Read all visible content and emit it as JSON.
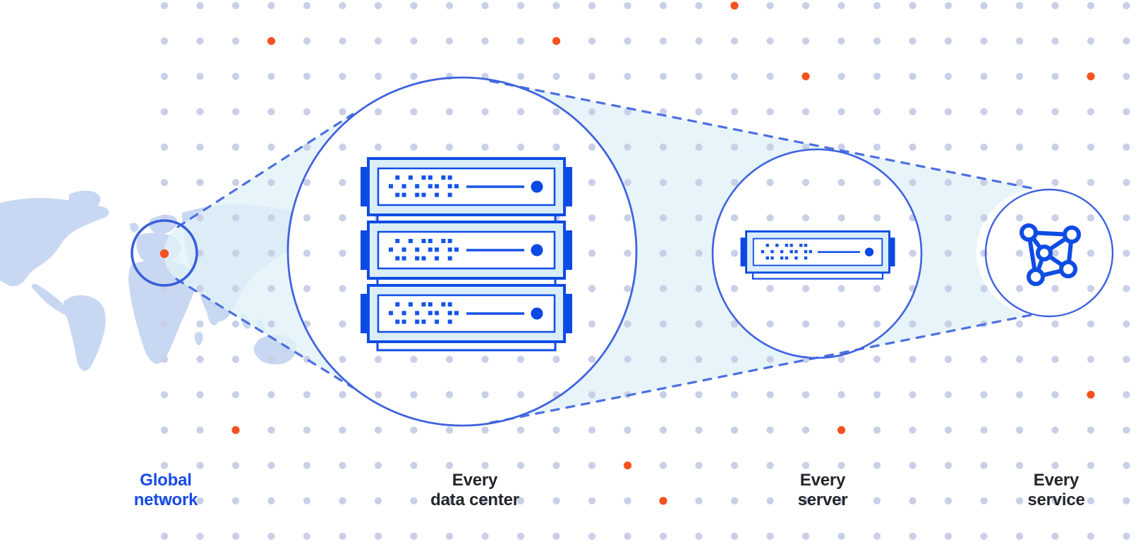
{
  "diagram": {
    "stages": [
      {
        "id": "global-network",
        "label_line1": "Global",
        "label_line2": "network",
        "emphasis": "accent",
        "icon": "world-map-focus-circle-icon"
      },
      {
        "id": "data-center",
        "label_line1": "Every",
        "label_line2": "data center",
        "emphasis": "default",
        "icon": "server-rack-icon"
      },
      {
        "id": "server",
        "label_line1": "Every",
        "label_line2": "server",
        "emphasis": "default",
        "icon": "server-icon"
      },
      {
        "id": "service",
        "label_line1": "Every",
        "label_line2": "service",
        "emphasis": "default",
        "icon": "network-graph-icon"
      }
    ],
    "colors": {
      "accent_blue": "#164BE6",
      "icon_blue": "#0E4CE4",
      "icon_fill_light": "#D9EEF8",
      "circle_stroke": "#3F63DF",
      "dashed_stroke": "#4C6FE2",
      "cone_fill": "#E2F2F8",
      "map_fill": "#C8D8F2",
      "grid_dot": "#C8CFE6",
      "highlight_dot_orange": "#F5521F",
      "caption_dark": "#23262B",
      "background": "#FFFFFF"
    }
  }
}
